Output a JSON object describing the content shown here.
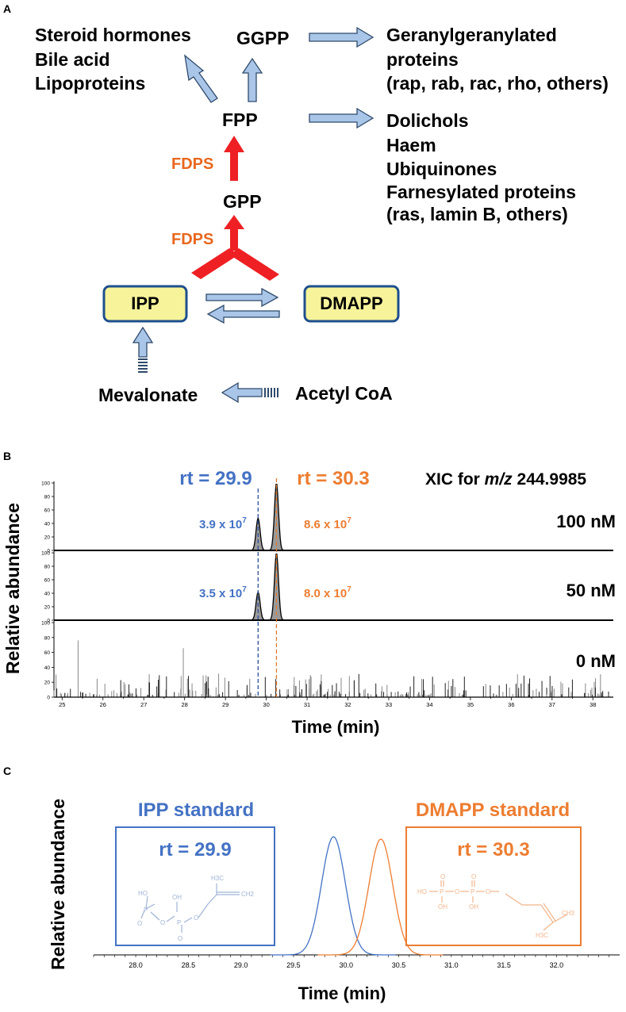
{
  "panel_a": {
    "label": "A",
    "steroid_list": [
      "Steroid hormones",
      "Bile acid",
      "Lipoproteins"
    ],
    "ggpp": "GGPP",
    "ggpp_products": [
      "Geranylgeranylated",
      "proteins",
      "(rap, rab, rac, rho, others)"
    ],
    "fpp": "FPP",
    "fpp_products": [
      "Dolichols",
      "Haem",
      "Ubiquinones",
      "Farnesylated proteins",
      "(ras, lamin B, others)"
    ],
    "enzyme_upper": "FDPS",
    "gpp": "GPP",
    "enzyme_lower": "FDPS",
    "ipp": "IPP",
    "dmapp": "DMAPP",
    "mevalonate": "Mevalonate",
    "acetyl_coa": "Acetyl CoA",
    "colors": {
      "arrow": "#a9c6e8",
      "arrow_border": "#2f4a6b",
      "enzyme": "#e8671e",
      "red_arrow": "#ee2024",
      "box_fill": "#f6f39a",
      "box_border": "#1e4f8c"
    }
  },
  "panel_b": {
    "label": "B",
    "rt_left": "rt = 29.9",
    "rt_right": "rt = 30.3",
    "xic_prefix": "XIC for ",
    "xic_mz": "m/z",
    "xic_value": " 244.9985",
    "ylabel": "Relative abundance",
    "xlabel": "Time (min)",
    "traces": [
      {
        "name": "100 nM",
        "area_ipp_base": "3.9 x 10",
        "area_dmapp_base": "8.6 x 10",
        "exp": "7"
      },
      {
        "name": "50 nM",
        "area_ipp_base": "3.5 x 10",
        "area_dmapp_base": "8.0 x 10",
        "exp": "7"
      },
      {
        "name": "0 nM"
      }
    ],
    "yticks": [
      "0",
      "20",
      "40",
      "60",
      "80",
      "100"
    ],
    "colors": {
      "ipp": "#4472c4",
      "dmapp": "#ed7d31"
    }
  },
  "panel_c": {
    "label": "C",
    "ipp_title": "IPP standard",
    "ipp_rt": "rt = 29.9",
    "dmapp_title": "DMAPP standard",
    "dmapp_rt": "rt = 30.3",
    "ylabel": "Relative abundance",
    "xlabel": "Time (min)",
    "ipp_structure_labels": [
      "HO",
      "OH",
      "P",
      "O",
      "O",
      "P",
      "O",
      "O",
      "H3C",
      "CH2"
    ],
    "dmapp_structure_labels": [
      "HO",
      "P",
      "O",
      "P",
      "O",
      "OH",
      "OH",
      "O",
      "O",
      "H3C",
      "CH3"
    ],
    "colors": {
      "ipp": "#4472c4",
      "dmapp": "#ed7d31"
    }
  },
  "chart_data": [
    {
      "type": "line",
      "panel": "B",
      "xlabel": "Time (min)",
      "ylabel": "Relative abundance",
      "xlim": [
        24.8,
        38.5
      ],
      "ylim": [
        0,
        100
      ],
      "x_ticks": [
        25,
        26,
        27,
        28,
        29,
        30,
        31,
        32,
        33,
        34,
        35,
        36,
        37,
        38
      ],
      "series": [
        {
          "name": "100 nM",
          "peaks": [
            {
              "rt": 29.8,
              "height": 48
            },
            {
              "rt": 30.25,
              "height": 100
            }
          ]
        },
        {
          "name": "50 nM",
          "peaks": [
            {
              "rt": 29.8,
              "height": 42
            },
            {
              "rt": 30.25,
              "height": 100
            }
          ]
        },
        {
          "name": "0 nM",
          "peaks": []
        }
      ]
    },
    {
      "type": "line",
      "panel": "C",
      "xlabel": "Time (min)",
      "ylabel": "Relative abundance",
      "xlim": [
        27.6,
        32.6
      ],
      "x_ticks": [
        28.0,
        28.5,
        29.0,
        29.5,
        30.0,
        30.5,
        31.0,
        31.5,
        32.0
      ],
      "series": [
        {
          "name": "IPP standard",
          "peak_rt": 29.88,
          "height": 100
        },
        {
          "name": "DMAPP standard",
          "peak_rt": 30.33,
          "height": 98
        }
      ]
    }
  ]
}
